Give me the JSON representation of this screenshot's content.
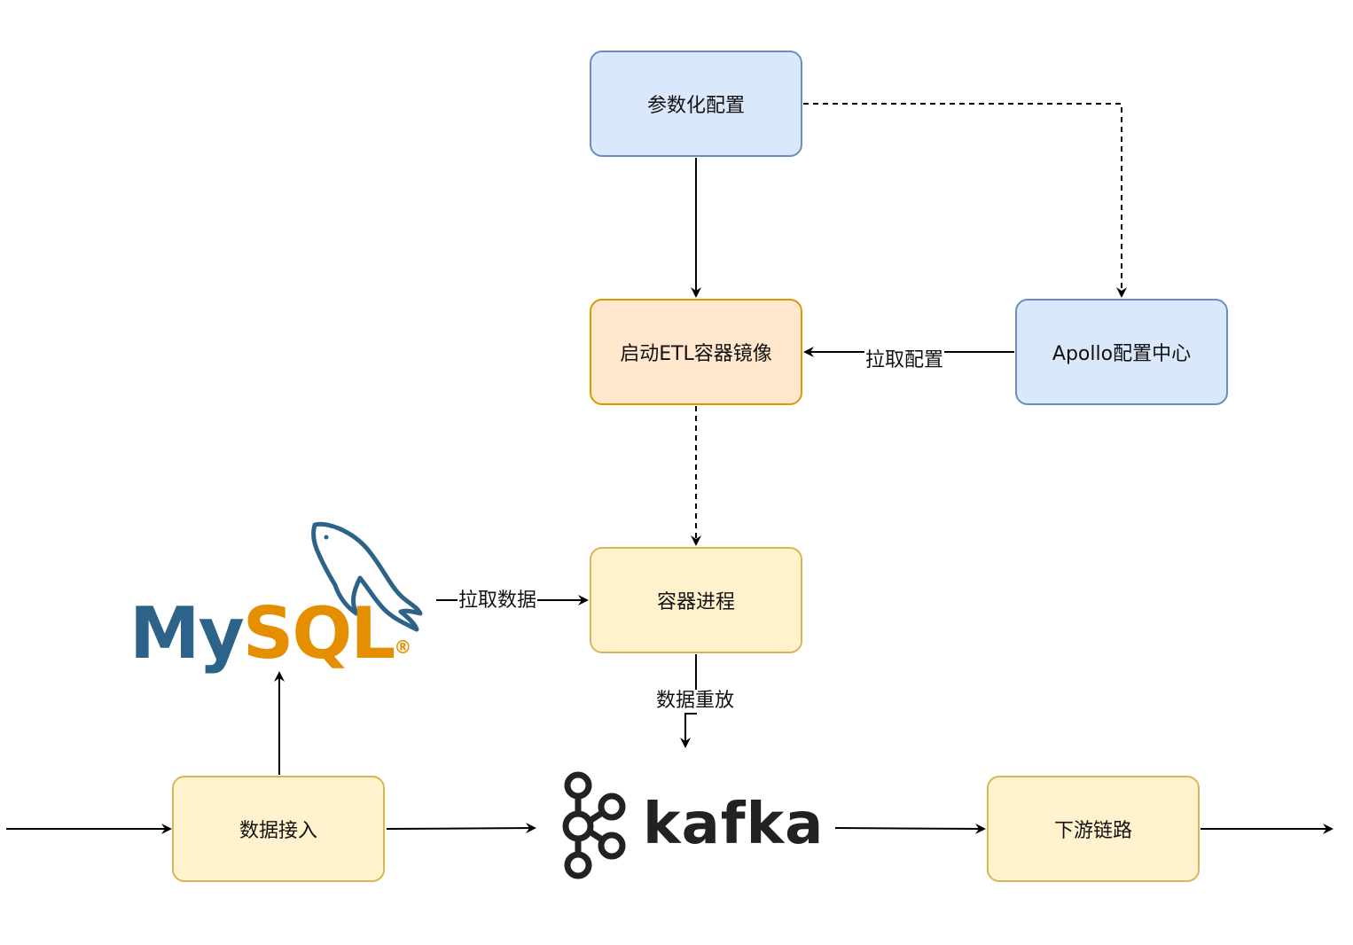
{
  "nodes": {
    "param_config": "参数化配置",
    "start_etl": "启动ETL容器镜像",
    "apollo": "Apollo配置中心",
    "container_process": "容器进程",
    "data_ingest": "数据接入",
    "downstream": "下游链路"
  },
  "edge_labels": {
    "pull_config": "拉取配置",
    "pull_data": "拉取数据",
    "data_replay": "数据重放"
  },
  "logos": {
    "mysql": {
      "text_my": "My",
      "text_sql": "SQL",
      "mark": "®"
    },
    "kafka": {
      "text": "kafka"
    }
  },
  "colors": {
    "blue_fill": "#dae8fc",
    "blue_stroke": "#6c8ebf",
    "orange_fill": "#ffe6cc",
    "orange_stroke": "#d79b00",
    "yellow_fill": "#fff2cc",
    "yellow_stroke": "#d6b656",
    "mysql_blue": "#2d6388",
    "mysql_orange": "#e48e00"
  }
}
